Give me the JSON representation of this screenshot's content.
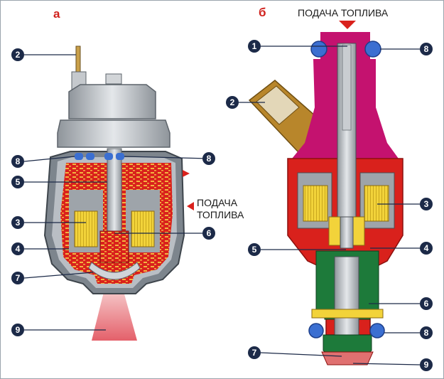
{
  "panels": [
    {
      "letter": "а",
      "fuel_label_line1": "ПОДАЧА",
      "fuel_label_line2": "ТОПЛИВА",
      "callouts": [
        "2",
        "8",
        "8",
        "5",
        "3",
        "6",
        "4",
        "7",
        "9"
      ]
    },
    {
      "letter": "б",
      "fuel_label": "ПОДАЧА ТОПЛИВА",
      "callouts": [
        "1",
        "8",
        "2",
        "3",
        "5",
        "4",
        "6",
        "8",
        "7",
        "9"
      ]
    }
  ],
  "colors": {
    "callout_fill": "#1c2a48",
    "fuel_red": "#d9211c",
    "magenta": "#c4126f",
    "coil_yellow": "#f2d33a",
    "seal_blue": "#3b6fd1",
    "nozzle_green": "#1d7a3a",
    "brass": "#b8862b",
    "body_gray": "#b9bec4"
  }
}
